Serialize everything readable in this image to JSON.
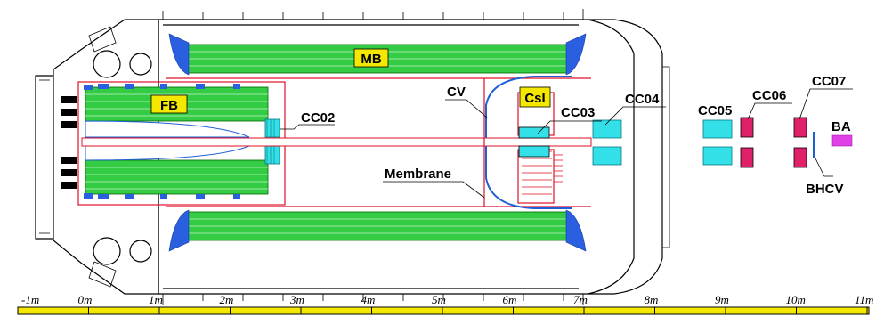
{
  "labels": {
    "mb": "MB",
    "fb": "FB",
    "csi": "CsI",
    "cc02": "CC02",
    "cc03": "CC03",
    "cc04": "CC04",
    "cc05": "CC05",
    "cc06": "CC06",
    "cc07": "CC07",
    "ba": "BA",
    "cv": "CV",
    "membrane": "Membrane",
    "bhcv": "BHCV"
  },
  "scale": {
    "ticks": [
      "-1m",
      "0m",
      "1m",
      "2m",
      "3m",
      "4m",
      "5m",
      "6m",
      "7m",
      "8m",
      "9m",
      "10m",
      "11m"
    ]
  },
  "colors": {
    "barrel_green": "#33cc44",
    "detector_cyan": "#33e0e8",
    "collar_magenta": "#e0206a",
    "label_yellow": "#f5e800",
    "membrane_red": "#e0102a",
    "cv_blue": "#1f5fd6",
    "scale_yellow": "#f5e800"
  }
}
